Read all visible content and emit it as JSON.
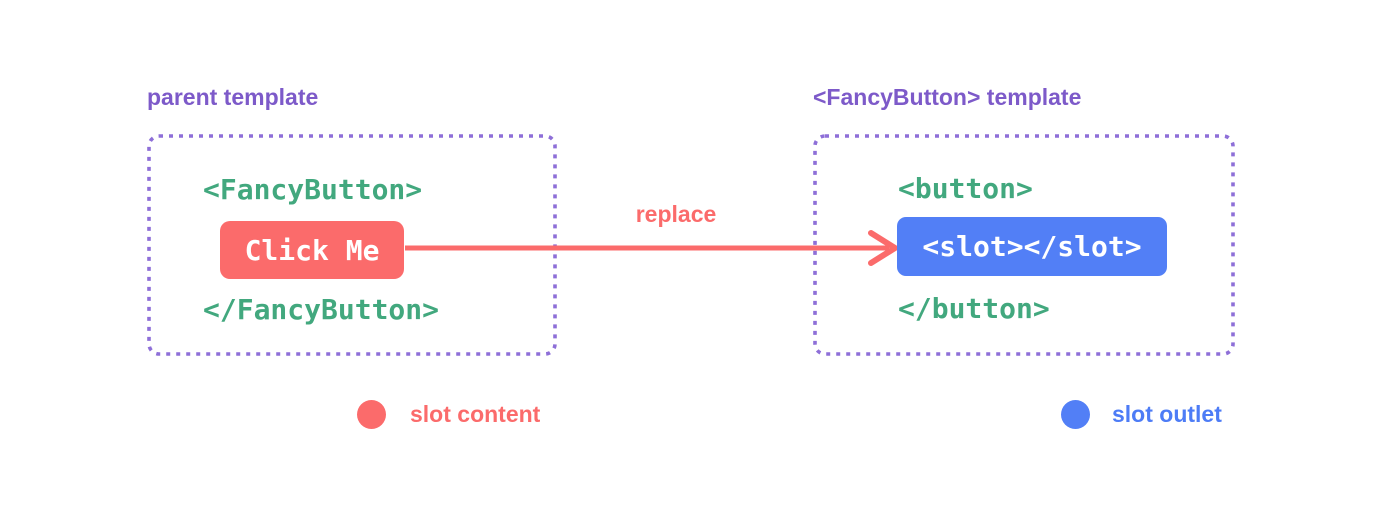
{
  "colors": {
    "red": "#fb6b6b",
    "blue": "#527ff6",
    "blue-text": "#4d7cf6",
    "green": "#42a87e",
    "purple": "#7d5ac9",
    "purple_border": "#8e6fd8"
  },
  "diagram": {
    "parent_panel": {
      "title": "parent template",
      "code_open": "<FancyButton>",
      "button_label": "Click Me",
      "code_close": "</FancyButton>"
    },
    "arrow_label": "replace",
    "component_panel": {
      "title": "<FancyButton> template",
      "code_open": "<button>",
      "slot_label": "<slot></slot>",
      "code_close": "</button>"
    },
    "legend": {
      "slot_content": "slot content",
      "slot_outlet": "slot outlet"
    }
  }
}
